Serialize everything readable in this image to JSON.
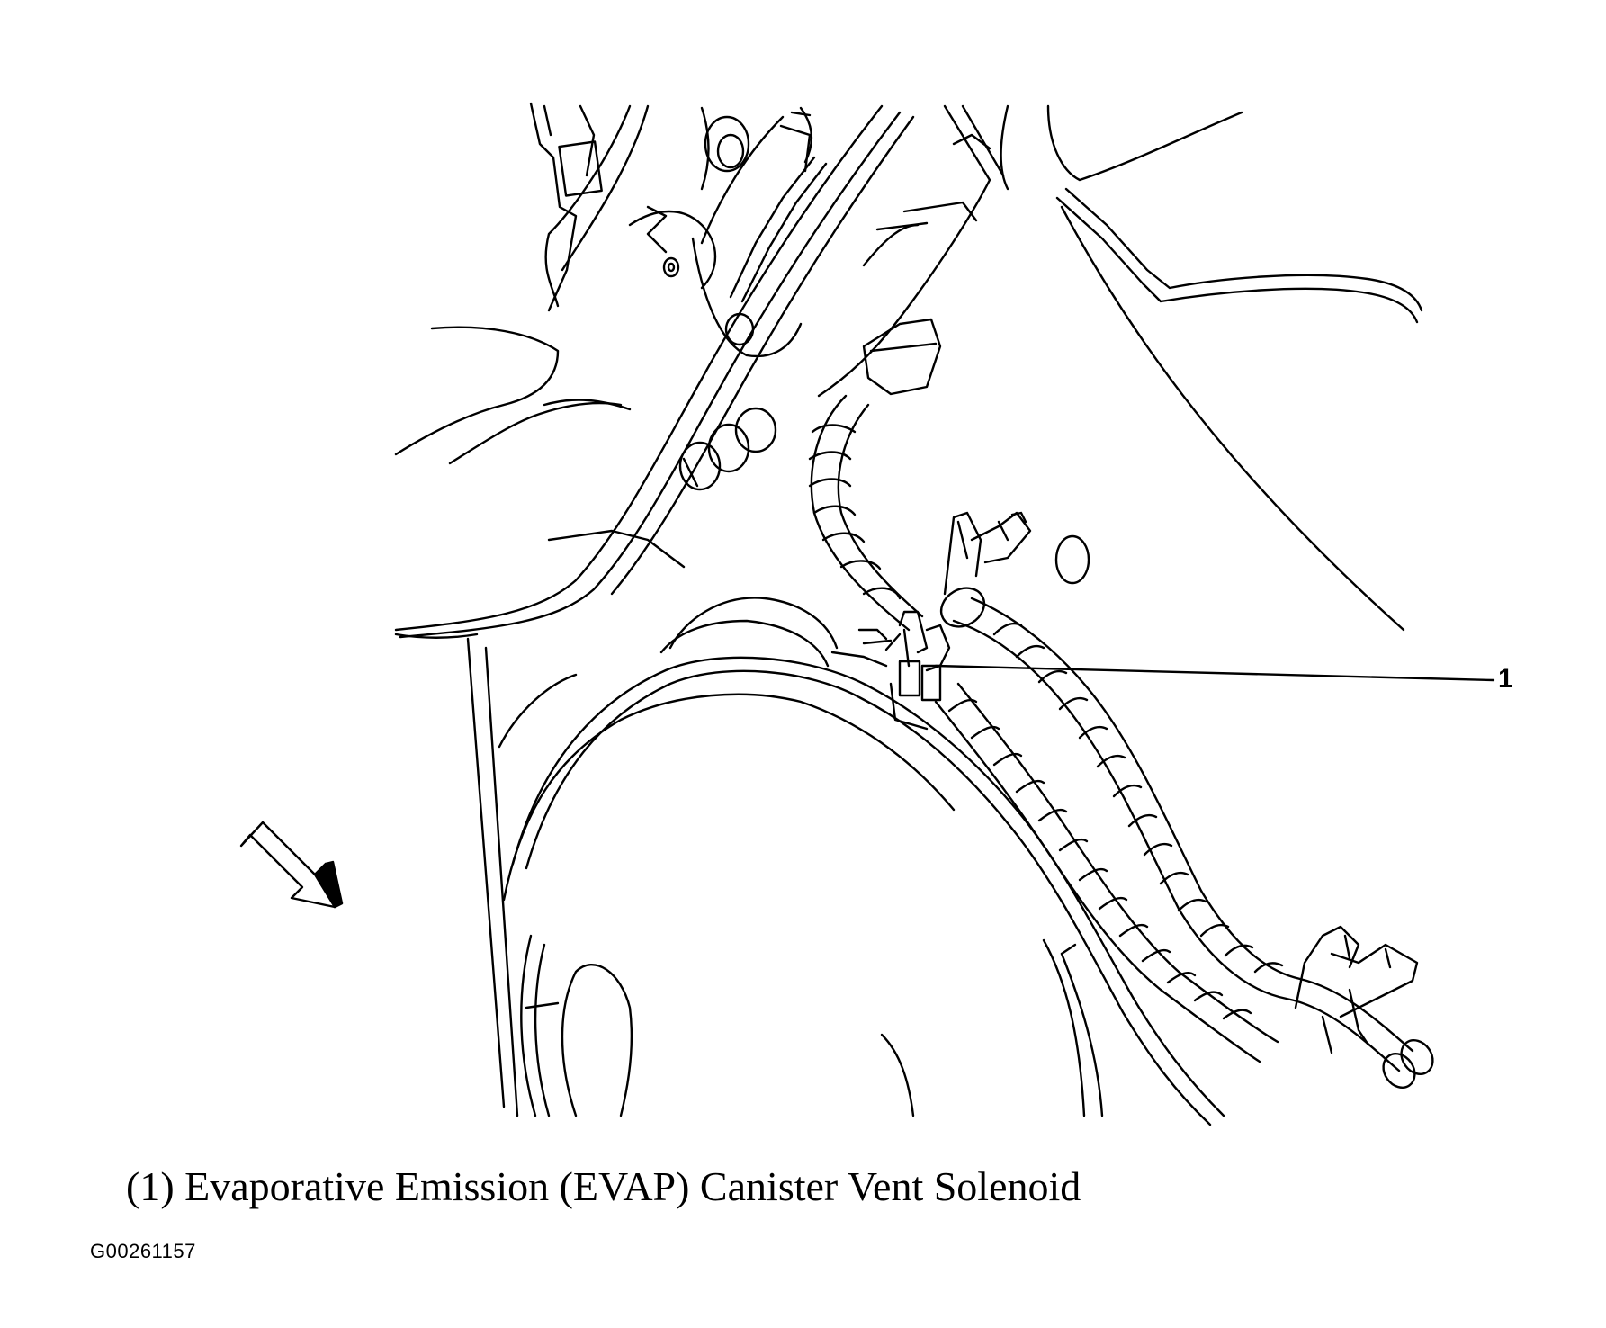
{
  "callout": {
    "number": "1"
  },
  "caption": {
    "text": "(1) Evaporative Emission (EVAP) Canister Vent Solenoid"
  },
  "figure_id": "G00261157",
  "icons": {
    "view_direction": "view-direction-arrow-icon"
  },
  "colors": {
    "ink": "#000000",
    "paper": "#ffffff"
  }
}
